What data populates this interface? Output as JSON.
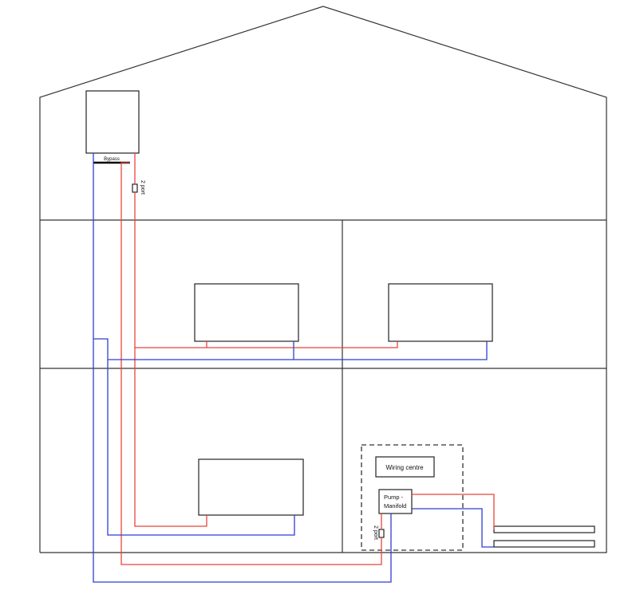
{
  "labels": {
    "bypass": "Bypass",
    "two_port_upper": "2 port",
    "wiring_centre": "Wiring centre",
    "pump_line1": "Pump -",
    "pump_line2": "Manifold",
    "two_port_lower": "2 port"
  },
  "colors": {
    "flow": "#e8453c",
    "return": "#2f3fd0",
    "outline": "#333333"
  }
}
